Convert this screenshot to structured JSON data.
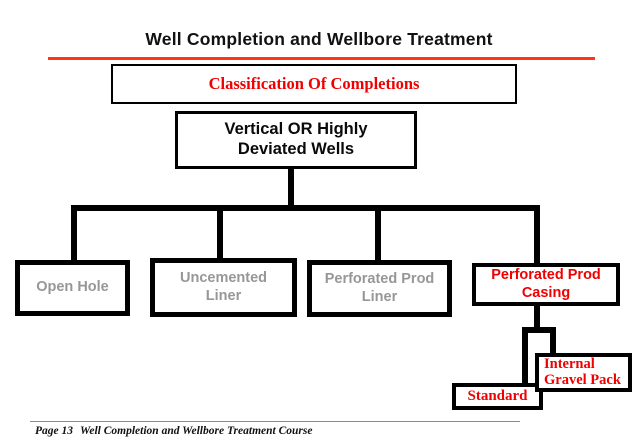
{
  "slide": {
    "title": "Well Completion and Wellbore Treatment",
    "footer": {
      "page_label": "Page 13",
      "course_label": "Well Completion and Wellbore Treatment Course"
    }
  },
  "diagram": {
    "header_box": "Classification Of Completions",
    "root_box": {
      "line1": "Vertical OR Highly",
      "line2": "Deviated Wells"
    },
    "nodes": {
      "open_hole": {
        "label": "Open Hole"
      },
      "uncemented_liner": {
        "line1": "Uncemented",
        "line2": "Liner"
      },
      "perforated_prod_liner": {
        "line1": "Perforated Prod",
        "line2": "Liner"
      },
      "perforated_prod_casing": {
        "line1": "Perforated Prod",
        "line2": "Casing"
      },
      "standard": {
        "label": "Standard"
      },
      "internal_gravel_pack": {
        "line1": "Internal",
        "line2": "Gravel Pack"
      }
    }
  },
  "colors": {
    "accent_red": "#F00000",
    "divider_orange": "#FF3617",
    "muted_gray": "#979797",
    "line_black": "#000000"
  }
}
